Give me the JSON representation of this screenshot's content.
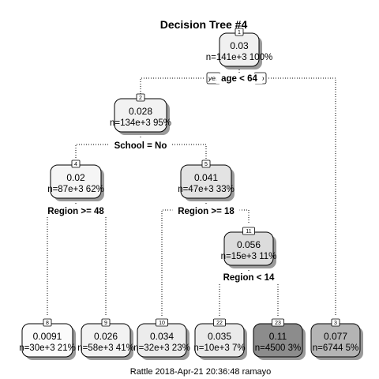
{
  "title": "Decision Tree #4",
  "footer": "Rattle 2018-Apr-21 20:36:48 ramayo",
  "yes_label": "yes",
  "no_label": "no",
  "nodes": [
    {
      "id": "1",
      "value": "0.03",
      "count": "n=141e+3  100%",
      "fill": "#f0f0f0"
    },
    {
      "id": "2",
      "value": "0.028",
      "count": "n=134e+3  95%",
      "fill": "#f2f2f2"
    },
    {
      "id": "4",
      "value": "0.02",
      "count": "n=87e+3  62%",
      "fill": "#f5f5f5"
    },
    {
      "id": "5",
      "value": "0.041",
      "count": "n=47e+3  33%",
      "fill": "#e3e3e3"
    },
    {
      "id": "11",
      "value": "0.056",
      "count": "n=15e+3  11%",
      "fill": "#dcdcdc"
    },
    {
      "id": "8",
      "value": "0.0091",
      "count": "n=30e+3  21%",
      "fill": "#fbfbfb"
    },
    {
      "id": "9",
      "value": "0.026",
      "count": "n=58e+3  41%",
      "fill": "#f2f2f2"
    },
    {
      "id": "10",
      "value": "0.034",
      "count": "n=32e+3  23%",
      "fill": "#ececec"
    },
    {
      "id": "22",
      "value": "0.035",
      "count": "n=10e+3  7%",
      "fill": "#eaeaea"
    },
    {
      "id": "23",
      "value": "0.11",
      "count": "n=4500  3%",
      "fill": "#8c8c8c"
    },
    {
      "id": "3",
      "value": "0.077",
      "count": "n=6744  5%",
      "fill": "#b4b4b4"
    }
  ],
  "splits": [
    {
      "node": "1",
      "label": "age < 64"
    },
    {
      "node": "2",
      "label": "School = No"
    },
    {
      "node": "4",
      "label": "Region >= 48"
    },
    {
      "node": "5",
      "label": "Region >= 18"
    },
    {
      "node": "11",
      "label": "Region < 14"
    }
  ]
}
